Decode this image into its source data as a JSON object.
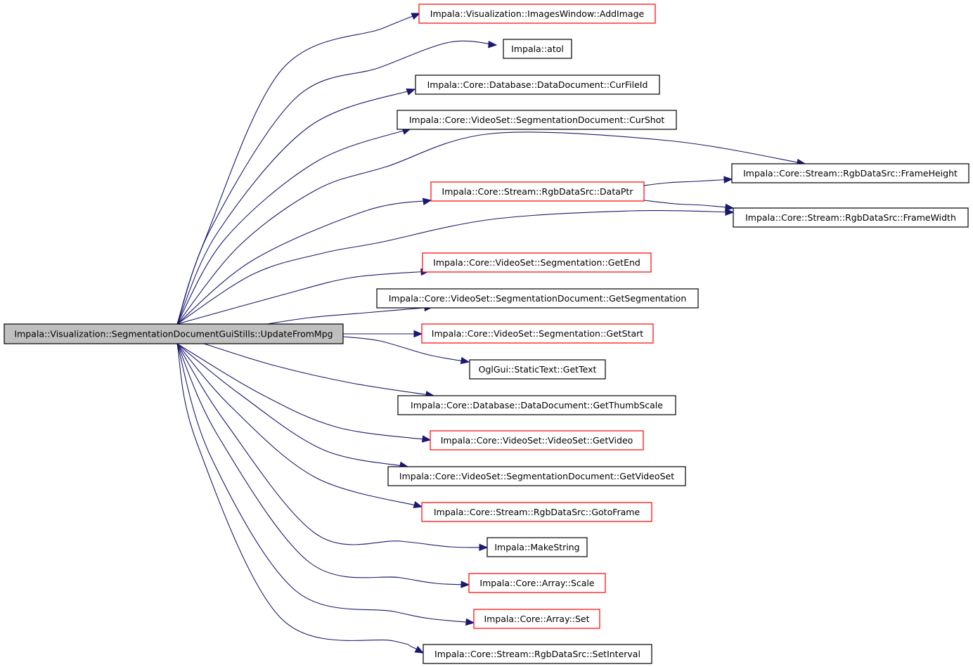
{
  "graph": {
    "root": "Impala::Visualization::SegmentationDocumentGuiStills::UpdateFromMpg",
    "colors": {
      "edge": "#191970",
      "root_fill": "#bfbfbf",
      "border_normal": "#000000",
      "border_truncated": "#ff0000"
    },
    "nodes": [
      {
        "id": "root",
        "label": "Impala::Visualization::SegmentationDocumentGuiStills::UpdateFromMpg",
        "style": "root"
      },
      {
        "id": "n1",
        "label": "Impala::Visualization::ImagesWindow::AddImage",
        "style": "red"
      },
      {
        "id": "n2",
        "label": "Impala::atol",
        "style": "black"
      },
      {
        "id": "n3",
        "label": "Impala::Core::Database::DataDocument::CurFileId",
        "style": "black"
      },
      {
        "id": "n4",
        "label": "Impala::Core::VideoSet::SegmentationDocument::CurShot",
        "style": "black"
      },
      {
        "id": "n5",
        "label": "Impala::Core::Stream::RgbDataSrc::FrameHeight",
        "style": "black"
      },
      {
        "id": "n6",
        "label": "Impala::Core::Stream::RgbDataSrc::DataPtr",
        "style": "red"
      },
      {
        "id": "n7",
        "label": "Impala::Core::Stream::RgbDataSrc::FrameWidth",
        "style": "black"
      },
      {
        "id": "n8",
        "label": "Impala::Core::VideoSet::Segmentation::GetEnd",
        "style": "red"
      },
      {
        "id": "n9",
        "label": "Impala::Core::VideoSet::SegmentationDocument::GetSegmentation",
        "style": "black"
      },
      {
        "id": "n10",
        "label": "Impala::Core::VideoSet::Segmentation::GetStart",
        "style": "red"
      },
      {
        "id": "n11",
        "label": "OglGui::StaticText::GetText",
        "style": "black"
      },
      {
        "id": "n12",
        "label": "Impala::Core::Database::DataDocument::GetThumbScale",
        "style": "black"
      },
      {
        "id": "n13",
        "label": "Impala::Core::VideoSet::VideoSet::GetVideo",
        "style": "red"
      },
      {
        "id": "n14",
        "label": "Impala::Core::VideoSet::SegmentationDocument::GetVideoSet",
        "style": "black"
      },
      {
        "id": "n15",
        "label": "Impala::Core::Stream::RgbDataSrc::GotoFrame",
        "style": "red"
      },
      {
        "id": "n16",
        "label": "Impala::MakeString",
        "style": "black"
      },
      {
        "id": "n17",
        "label": "Impala::Core::Array::Scale",
        "style": "red"
      },
      {
        "id": "n18",
        "label": "Impala::Core::Array::Set",
        "style": "red"
      },
      {
        "id": "n19",
        "label": "Impala::Core::Stream::RgbDataSrc::SetInterval",
        "style": "black"
      }
    ],
    "edges": [
      [
        "root",
        "n1"
      ],
      [
        "root",
        "n2"
      ],
      [
        "root",
        "n3"
      ],
      [
        "root",
        "n4"
      ],
      [
        "root",
        "n5"
      ],
      [
        "root",
        "n6"
      ],
      [
        "root",
        "n7"
      ],
      [
        "root",
        "n8"
      ],
      [
        "root",
        "n9"
      ],
      [
        "root",
        "n10"
      ],
      [
        "root",
        "n11"
      ],
      [
        "root",
        "n12"
      ],
      [
        "root",
        "n13"
      ],
      [
        "root",
        "n14"
      ],
      [
        "root",
        "n15"
      ],
      [
        "root",
        "n16"
      ],
      [
        "root",
        "n17"
      ],
      [
        "root",
        "n18"
      ],
      [
        "root",
        "n19"
      ],
      [
        "n6",
        "n5"
      ],
      [
        "n6",
        "n7"
      ]
    ]
  }
}
